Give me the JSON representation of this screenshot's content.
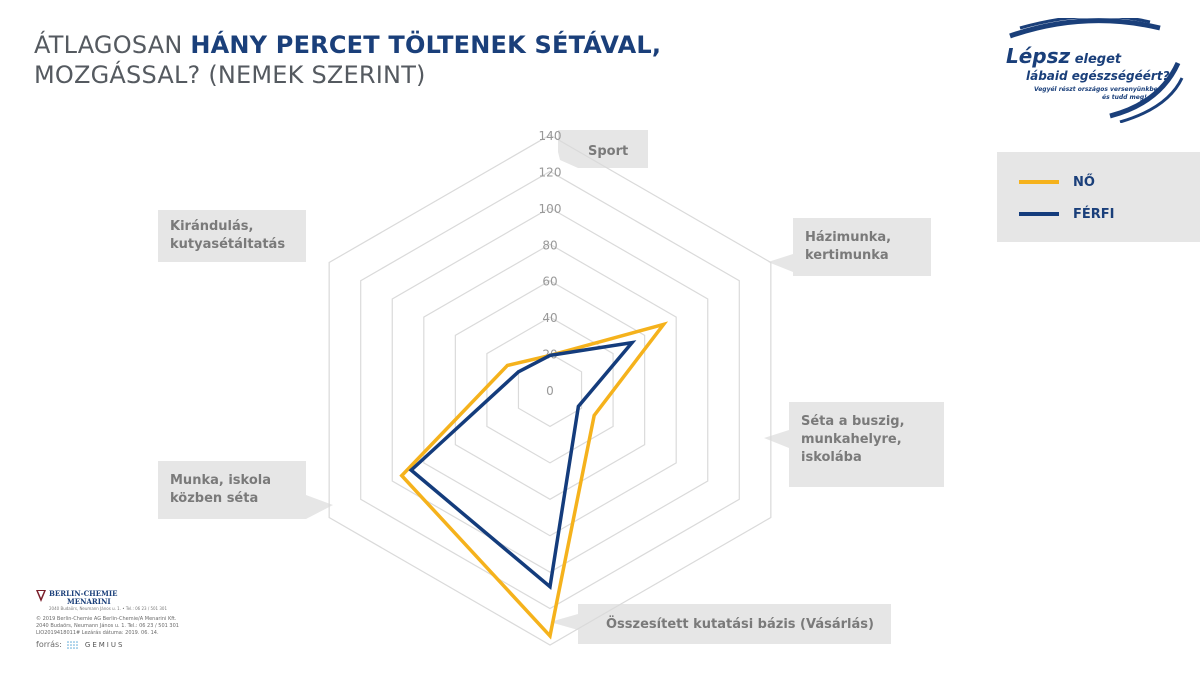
{
  "header": {
    "title_normal_1": "ÁTLAGOSAN ",
    "title_bold": "HÁNY PERCET TÖLTENEK SÉTÁVAL,",
    "title_normal_2": "MOZGÁSSAL? (NEMEK SZERINT)"
  },
  "logo": {
    "line1_bold": "Lépsz",
    "line1_rest": " eleget",
    "line2": "lábaid egészségéért?",
    "line3": "Vegyél részt országos versenyünkben",
    "line4": "és tudd meg!"
  },
  "legend": {
    "items": [
      {
        "label": "NŐ",
        "color": "#f5b21c"
      },
      {
        "label": "FÉRFI",
        "color": "#143c7c"
      }
    ]
  },
  "footer": {
    "company1": "BERLIN-CHEMIE",
    "company2": "MENARINI",
    "company_small": "2040 Budaörs, Neumann János u. 1. • Tel.: 06 23 / 501 301",
    "copyright": "© 2019 Berlin-Chemie AG Berlin-Chemie/A Menarini Kft.",
    "address": "2040 Budaörs, Neumann János u. 1. Tel.: 06 23 / 501 301",
    "code": "LIO2019418011#        Lezárás dátuma: 2019. 06. 14.",
    "source_label": "forrás:",
    "source_brand": "GEMIUS"
  },
  "chart_data": {
    "type": "radar",
    "categories": [
      "Sport",
      "Házimunka, kertimunka",
      "Séta a buszig, munkahelyre, iskolába",
      "Összesített kutatási bázis (Vásárlás)",
      "Munka, iskola közben séta",
      "Kirándulás, kutyasétáltatás"
    ],
    "category_lines": [
      [
        "Sport"
      ],
      [
        "Házimunka,",
        "kertimunka"
      ],
      [
        "Séta a buszig,",
        "munkahelyre,",
        "iskolába"
      ],
      [
        "Összesített kutatási bázis (Vásárlás)"
      ],
      [
        "Munka, iskola",
        "közben séta"
      ],
      [
        "Kirándulás,",
        "kutyasétáltatás"
      ]
    ],
    "series": [
      {
        "name": "NŐ",
        "values": [
          19,
          72,
          28,
          135,
          94,
          27
        ]
      },
      {
        "name": "FÉRFI",
        "values": [
          19,
          52,
          18,
          108,
          88,
          20
        ]
      }
    ],
    "ticks": [
      0,
      20,
      40,
      60,
      80,
      100,
      120,
      140
    ],
    "rlim": [
      0,
      140
    ],
    "legend": "right"
  }
}
